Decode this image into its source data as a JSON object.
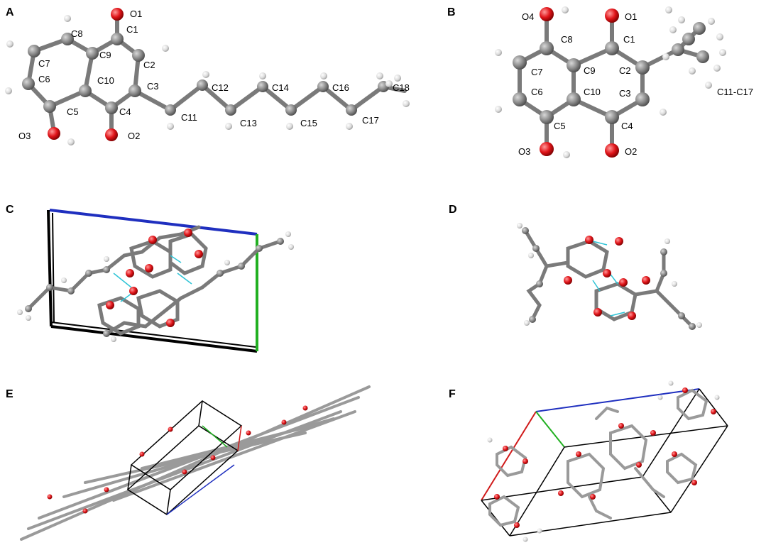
{
  "colors": {
    "carbon": "#8a8a8a",
    "oxygen": "#e0141a",
    "hydrogen": "#e6e6e6",
    "bond": "#7a7a7a",
    "hbond": "#2ec4d6",
    "cell_black": "#000000",
    "cell_blue": "#1f2fbf",
    "cell_green": "#22b022",
    "cell_red": "#d01a1a"
  },
  "panels": {
    "A": {
      "letter": "A",
      "labels": {
        "O1": "O1",
        "C1": "C1",
        "C8": "C8",
        "C9": "C9",
        "C7": "C7",
        "C2": "C2",
        "C6": "C6",
        "C10": "C10",
        "C3": "C3",
        "C5": "C5",
        "C4": "C4",
        "O3": "O3",
        "O2": "O2",
        "C11": "C11",
        "C12": "C12",
        "C13": "C13",
        "C14": "C14",
        "C15": "C15",
        "C16": "C16",
        "C17": "C17",
        "C18": "C18"
      }
    },
    "B": {
      "letter": "B",
      "labels": {
        "O4": "O4",
        "O1": "O1",
        "C8": "C8",
        "C1": "C1",
        "C7": "C7",
        "C9": "C9",
        "C2": "C2",
        "C11C17": "C11-C17",
        "C6": "C6",
        "C10": "C10",
        "C3": "C3",
        "C5": "C5",
        "C4": "C4",
        "O3": "O3",
        "O2": "O2"
      }
    },
    "C": {
      "letter": "C"
    },
    "D": {
      "letter": "D"
    },
    "E": {
      "letter": "E"
    },
    "F": {
      "letter": "F"
    }
  }
}
